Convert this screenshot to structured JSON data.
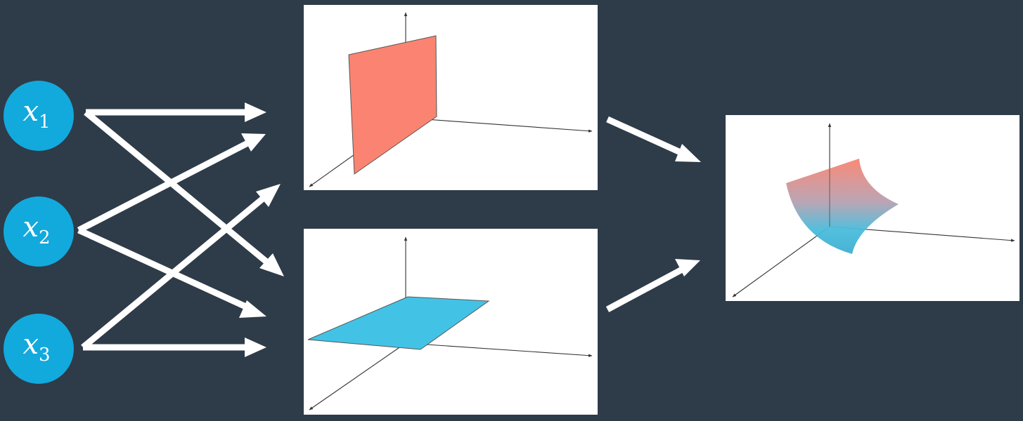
{
  "inputs": [
    {
      "var": "x",
      "sub": "1"
    },
    {
      "var": "x",
      "sub": "2"
    },
    {
      "var": "x",
      "sub": "3"
    }
  ],
  "panels": [
    {
      "name": "plane-vertical",
      "plane_color": "#fa8471"
    },
    {
      "name": "plane-horizontal",
      "plane_color": "#42c3e6"
    },
    {
      "name": "curved-surface",
      "gradient_top": "#fa8471",
      "gradient_bottom": "#3fb4d6"
    }
  ],
  "colors": {
    "background": "#2e3b48",
    "node_fill": "#12a9dd",
    "arrow": "#ffffff",
    "panel_bg": "#ffffff",
    "axis": "#333333"
  }
}
